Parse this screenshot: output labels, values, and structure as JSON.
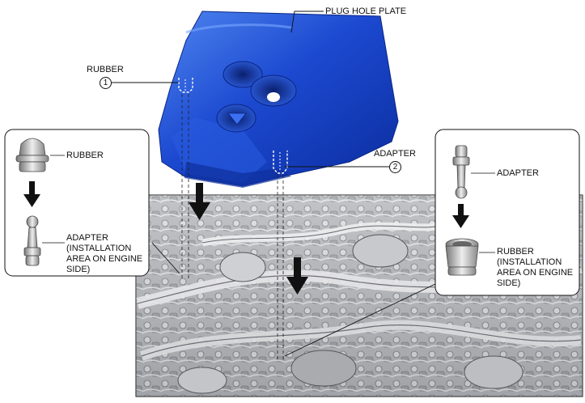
{
  "labels": {
    "plug_hole_plate": "PLUG HOLE PLATE",
    "rubber_top": "RUBBER",
    "adapter_top": "ADAPTER",
    "callout_1": "1",
    "callout_2": "2"
  },
  "left_inset": {
    "rubber": "RUBBER",
    "adapter": "ADAPTER (INSTALLATION AREA ON ENGINE SIDE)"
  },
  "right_inset": {
    "adapter": "ADAPTER",
    "rubber": "RUBBER (INSTALLATION AREA ON ENGINE SIDE)"
  },
  "colors": {
    "plate_blue": "#1c49d0",
    "plate_dark": "#0b2d9e",
    "plate_light": "#4f86f0",
    "engine_gray": "#8c8f94",
    "line": "#111111"
  }
}
